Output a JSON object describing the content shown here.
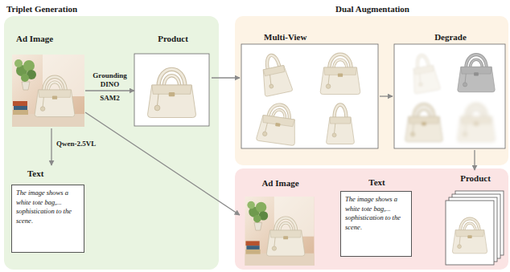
{
  "diagram": {
    "nodes": [
      {
        "text": [
          "Triplet Generation"
        ]
      },
      {
        "text": [
          "Ad Image"
        ],
        "in": 0
      },
      {
        "text": [
          "Product"
        ],
        "in": 0
      },
      {
        "text": [
          "Text",
          "The image shows a white tote bag,... sophistication to the scene."
        ],
        "in": 0
      },
      {
        "text": [
          "Dual Augmentation"
        ]
      },
      {
        "text": [
          "Multi-View"
        ],
        "in": 4
      },
      {
        "text": [
          "Degrade"
        ],
        "in": 4
      },
      {
        "text": [
          "Ad Image"
        ]
      },
      {
        "text": [
          "Text",
          "The image shows a white tote bag,... sophistication to the scene."
        ]
      },
      {
        "text": [
          "Product"
        ]
      }
    ],
    "edges": [
      {
        "from": 1,
        "to": 2,
        "label": "Grounding DINO",
        "arrow": "to"
      },
      {
        "from": 1,
        "to": 3,
        "label": "Qwen-2.5VL",
        "arrow": "to"
      },
      {
        "from": 2,
        "to": 5,
        "arrow": "to"
      },
      {
        "from": 5,
        "to": 6,
        "arrow": "to"
      },
      {
        "from": 6,
        "to": 9,
        "arrow": "to"
      },
      {
        "from": 1,
        "to": 7,
        "arrow": "to"
      }
    ],
    "labels": [
      "SAM2"
    ]
  }
}
